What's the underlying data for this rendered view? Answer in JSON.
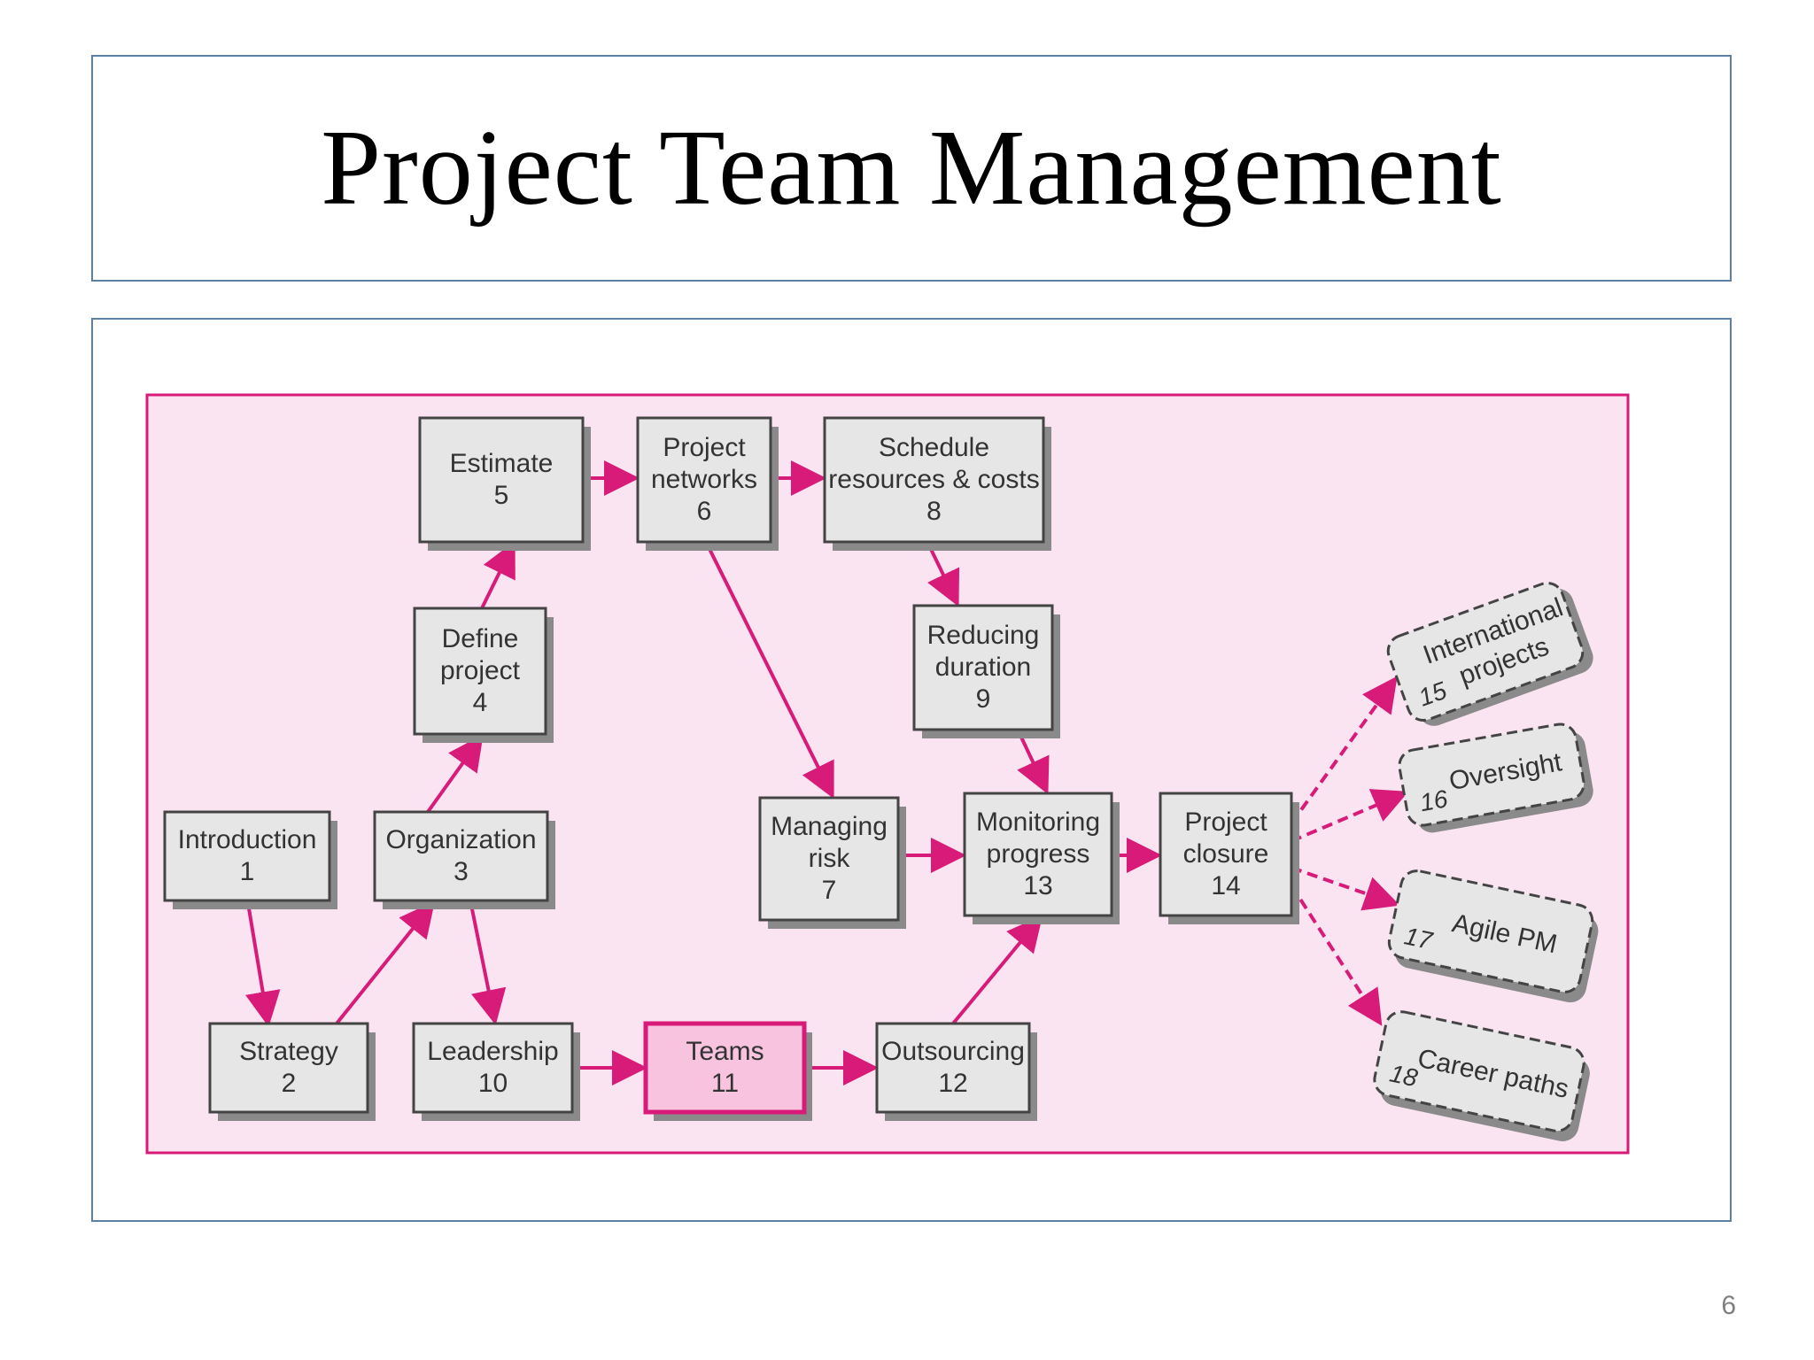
{
  "slide": {
    "title": "Project Team Management",
    "page_number": "6"
  },
  "colors": {
    "accent": "#d81b79",
    "panel": "#fbe4f1",
    "box_fill": "#e6e6e6",
    "box_stroke": "#444444",
    "highlight_fill": "#f7c3df",
    "shadow": "#8a8a8a"
  },
  "diagram": {
    "nodes": [
      {
        "id": "n1",
        "label": [
          "Introduction",
          "1"
        ]
      },
      {
        "id": "n2",
        "label": [
          "Strategy",
          "2"
        ]
      },
      {
        "id": "n3",
        "label": [
          "Organization",
          "3"
        ]
      },
      {
        "id": "n4",
        "label": [
          "Define",
          "project",
          "4"
        ]
      },
      {
        "id": "n5",
        "label": [
          "Estimate",
          "5"
        ]
      },
      {
        "id": "n6",
        "label": [
          "Project",
          "networks",
          "6"
        ]
      },
      {
        "id": "n7",
        "label": [
          "Managing",
          "risk",
          "7"
        ]
      },
      {
        "id": "n8",
        "label": [
          "Schedule",
          "resources & costs",
          "8"
        ]
      },
      {
        "id": "n9",
        "label": [
          "Reducing",
          "duration",
          "9"
        ]
      },
      {
        "id": "n10",
        "label": [
          "Leadership",
          "10"
        ]
      },
      {
        "id": "n11",
        "label": [
          "Teams",
          "11"
        ],
        "highlight": true
      },
      {
        "id": "n12",
        "label": [
          "Outsourcing",
          "12"
        ]
      },
      {
        "id": "n13",
        "label": [
          "Monitoring",
          "progress",
          "13"
        ]
      },
      {
        "id": "n14",
        "label": [
          "Project",
          "closure",
          "14"
        ]
      },
      {
        "id": "n15",
        "label": [
          "International",
          "projects"
        ],
        "number": "15",
        "dashed": true
      },
      {
        "id": "n16",
        "label": [
          "Oversight"
        ],
        "number": "16",
        "dashed": true
      },
      {
        "id": "n17",
        "label": [
          "Agile PM"
        ],
        "number": "17",
        "dashed": true
      },
      {
        "id": "n18",
        "label": [
          "Career paths"
        ],
        "number": "18",
        "dashed": true
      }
    ],
    "edges": [
      {
        "from": "n1",
        "to": "n2"
      },
      {
        "from": "n2",
        "to": "n3"
      },
      {
        "from": "n3",
        "to": "n4"
      },
      {
        "from": "n3",
        "to": "n10"
      },
      {
        "from": "n4",
        "to": "n5"
      },
      {
        "from": "n5",
        "to": "n6"
      },
      {
        "from": "n6",
        "to": "n8"
      },
      {
        "from": "n6",
        "to": "n7"
      },
      {
        "from": "n8",
        "to": "n9"
      },
      {
        "from": "n9",
        "to": "n13"
      },
      {
        "from": "n7",
        "to": "n13"
      },
      {
        "from": "n10",
        "to": "n11"
      },
      {
        "from": "n11",
        "to": "n12"
      },
      {
        "from": "n12",
        "to": "n13"
      },
      {
        "from": "n13",
        "to": "n14"
      },
      {
        "from": "n14",
        "to": "n15",
        "dashed": true
      },
      {
        "from": "n14",
        "to": "n16",
        "dashed": true
      },
      {
        "from": "n14",
        "to": "n17",
        "dashed": true
      },
      {
        "from": "n14",
        "to": "n18",
        "dashed": true
      }
    ]
  }
}
